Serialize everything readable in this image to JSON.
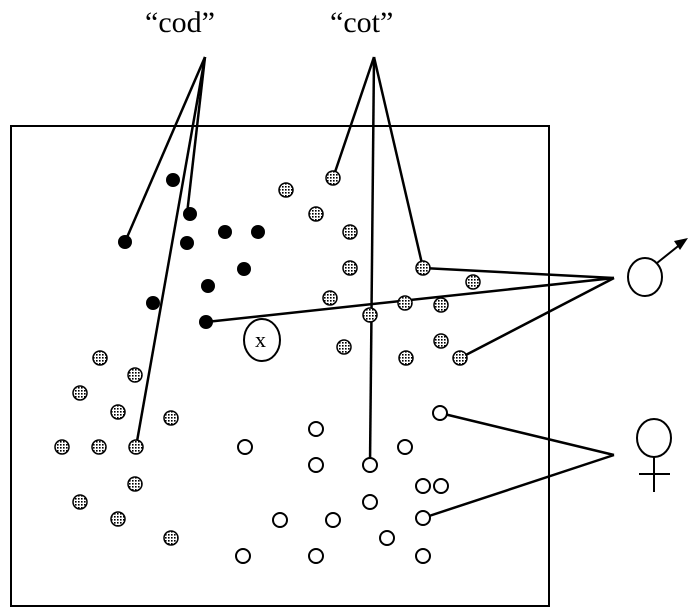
{
  "labels": {
    "cod": "“cod”",
    "cot": "“cot”",
    "x_marker": "x"
  },
  "symbols": {
    "male": "male-symbol",
    "female": "female-symbol"
  },
  "colors": {
    "ink": "#000000",
    "background": "#ffffff",
    "dot_black": "#000000",
    "dot_hatched_fill": "#b8b8b8",
    "dot_white": "#ffffff"
  }
}
